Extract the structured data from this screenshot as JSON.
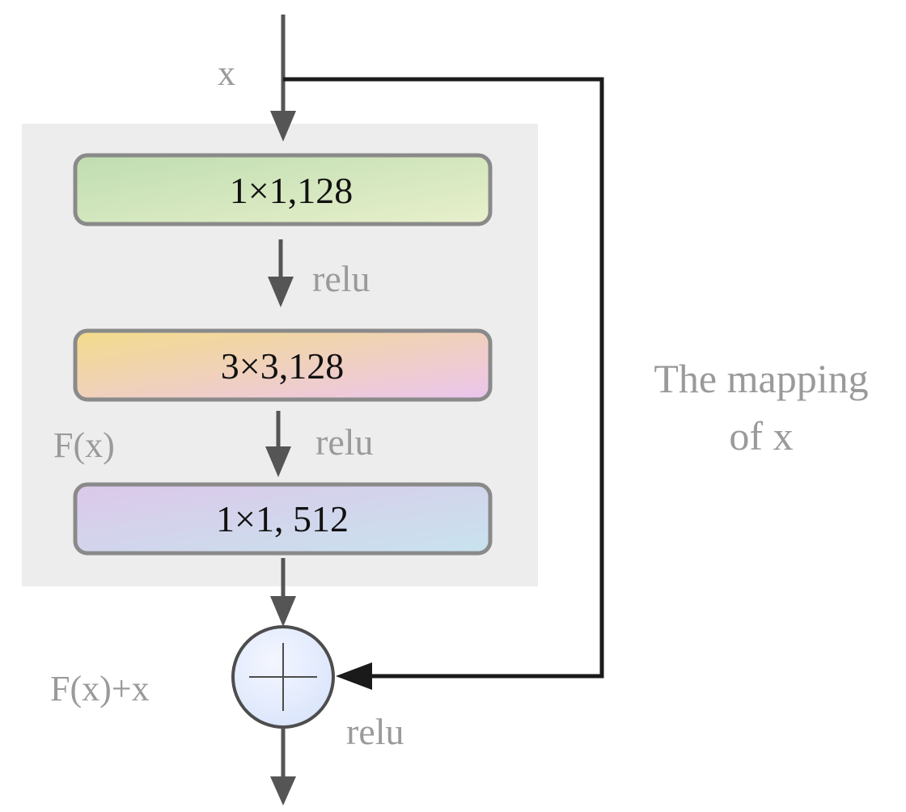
{
  "input_label": "x",
  "layers": [
    {
      "label": "1×1,128",
      "gradient": [
        "#bfddb0",
        "#e8f0cc"
      ]
    },
    {
      "label": "3×3,128",
      "gradient": [
        "#f3dc8a",
        "#ecc5ee"
      ]
    },
    {
      "label": "1×1, 512",
      "gradient": [
        "#dcc8ea",
        "#c8e3ee"
      ]
    }
  ],
  "activations": [
    "relu",
    "relu"
  ],
  "block_label": "F(x)",
  "sum_label": "F(x)+x",
  "output_activation": "relu",
  "shortcut_label_line1": "The mapping",
  "shortcut_label_line2": "of x",
  "colors": {
    "block_background": "#ededed",
    "layer_border": "#8a8a8a",
    "arrow": "#555555",
    "shortcut_line": "#1a1a1a",
    "muted_text": "#9a9a9a",
    "layer_text": "#111111",
    "sum_fill_top": "#f4f6ff",
    "sum_fill_bottom": "#d8e4fb",
    "sum_border": "#4d4d4d"
  }
}
